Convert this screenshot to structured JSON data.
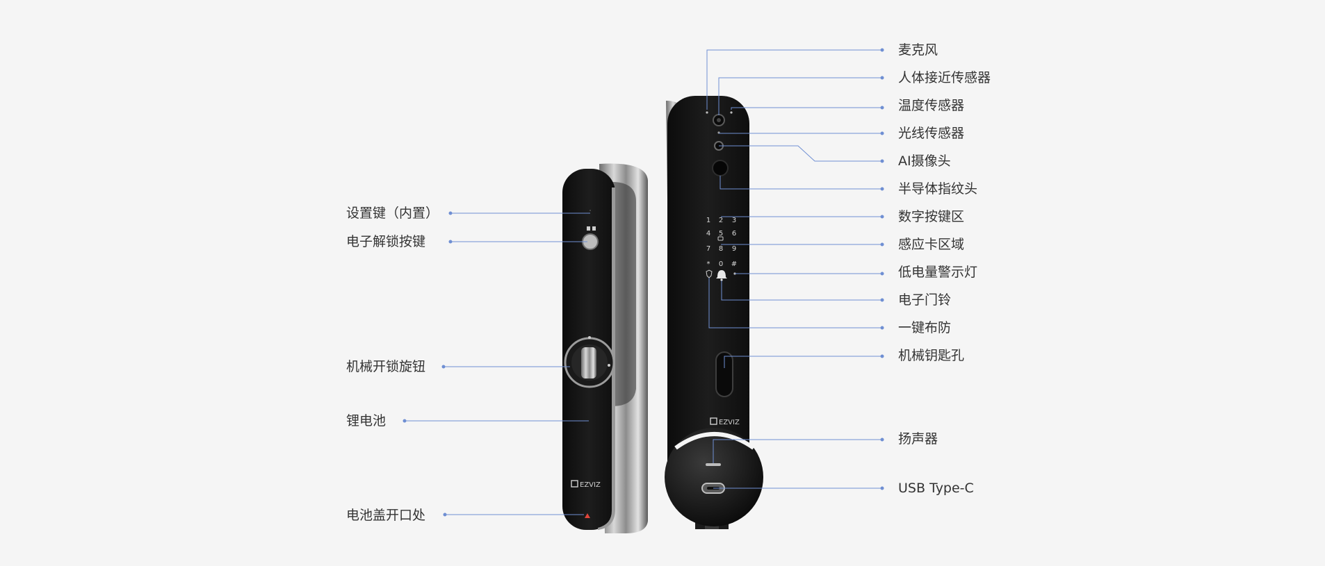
{
  "colors": {
    "background": "#f5f5f5",
    "leader_line": "#6f8fd3",
    "label_text": "#333333",
    "lock_body": "#161616",
    "lock_chrome": "#b9b9b9",
    "warning_mark": "#e0453b"
  },
  "brand": {
    "logo_text": "EZVIZ"
  },
  "keypad": {
    "keys": [
      "1",
      "2",
      "3",
      "4",
      "5",
      "6",
      "7",
      "8",
      "9",
      "*",
      "0",
      "#"
    ]
  },
  "labels": {
    "left": [
      "设置键（内置）",
      "电子解锁按键",
      "机械开锁旋钮",
      "锂电池",
      "电池盖开口处"
    ],
    "right": [
      "麦克风",
      "人体接近传感器",
      "温度传感器",
      "光线传感器",
      "AI摄像头",
      "半导体指纹头",
      "数字按键区",
      "感应卡区域",
      "低电量警示灯",
      "电子门铃",
      "一键布防",
      "机械钥匙孔",
      "扬声器",
      "USB Type-C"
    ]
  }
}
